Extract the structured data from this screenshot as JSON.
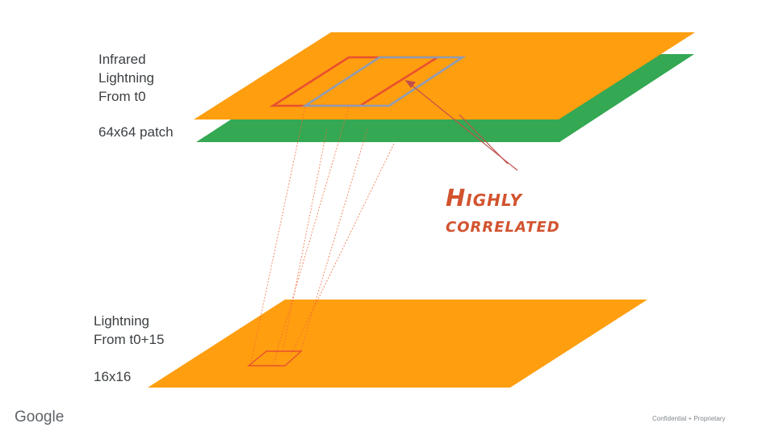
{
  "layers": {
    "top": {
      "title_lines": [
        "Infrared",
        "Lightning",
        "From t0"
      ],
      "size_label": "64x64 patch"
    },
    "bottom": {
      "title_lines": [
        "Lightning",
        "From t0+15"
      ],
      "size_label": "16x16"
    }
  },
  "annotation": {
    "line1": "Highly",
    "line2": "correlated",
    "color": "#d2532f"
  },
  "footer": {
    "logo": "Google",
    "note": "Confidential + Proprietary"
  },
  "colors": {
    "orange_layer": "#ff9e0f",
    "green_layer": "#34a853",
    "red_patch": "#e8502f",
    "grey_patch": "#8f9bb3",
    "projection_lines": "#f06a3c",
    "arrow": "#c0504d"
  }
}
